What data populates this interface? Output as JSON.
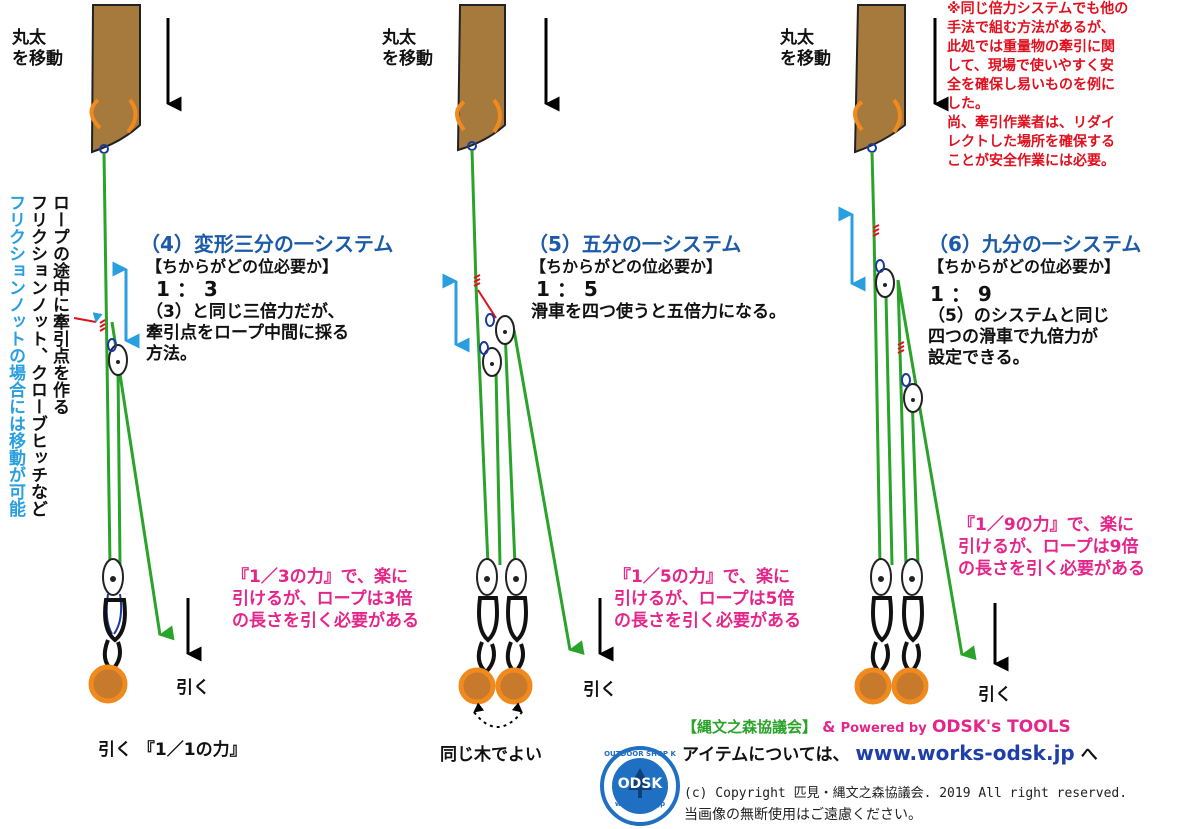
{
  "colors": {
    "rope": "#2aa32a",
    "log": "#a57a3c",
    "sling": "#f08a1e",
    "arrow_blue": "#2a9fe0",
    "heading": "#1a5aa8",
    "magenta": "#e4268a",
    "red": "#e0101e",
    "friction": "#2a9fe0"
  },
  "icons": [
    "log",
    "sling-ring",
    "pulley-block",
    "arrow-down",
    "double-arrow-vertical",
    "knot-mark",
    "odsk-logo"
  ],
  "panels": [
    {
      "log_label": [
        "丸太",
        "を移動"
      ],
      "heading": "（4）変形三分の一システム",
      "subheading": "【ちからがどの位必要か】",
      "ratio": "1 ： 3",
      "desc": [
        "（3）と同じ三倍力だが、",
        "牽引点をロープ中間に採る",
        "方法。"
      ],
      "pull_note": [
        "『1／3の力』で、楽に",
        "引けるが、ロープは3倍",
        "の長さを引く必要がある"
      ],
      "pull_label": "引く"
    },
    {
      "log_label": [
        "丸太",
        "を移動"
      ],
      "heading": "（5）五分の一システム",
      "subheading": "【ちからがどの位必要か】",
      "ratio": "1 ： 5",
      "desc": [
        "滑車を四つ使うと五倍力になる。"
      ],
      "pull_note": [
        "『1／5の力』で、楽に",
        "引けるが、ロープは5倍",
        "の長さを引く必要がある"
      ],
      "pull_label": "引く"
    },
    {
      "log_label": [
        "丸太",
        "を移動"
      ],
      "heading": "（6）九分の一システム",
      "subheading": "【ちからがどの位必要か】",
      "ratio": "1 ： 9",
      "desc": [
        "（5）のシステムと同じ",
        "四つの滑車で九倍力が",
        "設定できる。"
      ],
      "pull_note": [
        "『1／9の力』で、楽に",
        "引けるが、ロープは9倍",
        "の長さを引く必要がある"
      ],
      "pull_label": "引く"
    }
  ],
  "side_note": {
    "black": [
      "ロープの途中に牽引点を作る",
      "フリクションノット、クローブヒッチなど"
    ],
    "blue": [
      "フリクションノットの場合には移動が可能"
    ]
  },
  "pull_direct": "引く 『1／1の力』",
  "same_tree": "同じ木でよい",
  "red_note": [
    "※同じ倍力システムでも他の",
    "手法で組む方法があるが、",
    "此処では重量物の牽引に関",
    "して、現場で使いやすく安",
    "全を確保し易いものを例に",
    "した。",
    "尚、牽引作業者は、リダイ",
    "レクトした場所を確保する",
    "ことが安全作業には必要。"
  ],
  "credit": {
    "org": "【縄文之森協議会】",
    "amp": "&",
    "powered": "Powered by",
    "brand": "ODSK's TOOLS",
    "items_text": "アイテムについては、",
    "url": "www.works-odsk.jp",
    "url_suffix": "へ"
  },
  "copyright": "(c) Copyright 匹見・縄文之森協議会. 2019 All right reserved.",
  "notice": "当画像の無断使用はご遠慮ください。",
  "logo": {
    "top": "OUTDOOR SHOP K",
    "mid": "ODSK",
    "bottom": "www.odsk.jp"
  }
}
